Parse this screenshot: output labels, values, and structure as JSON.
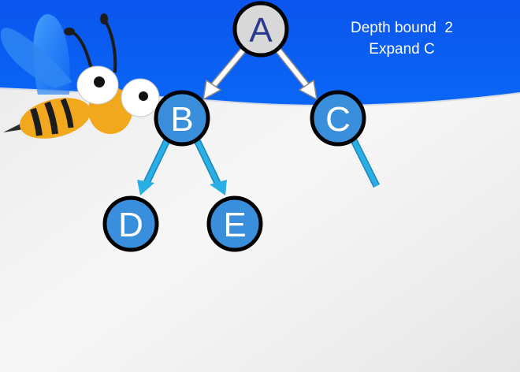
{
  "caption": {
    "line1": "Depth bound  2",
    "line2": "Expand C"
  },
  "nodes": {
    "A": {
      "label": "A",
      "state": "current"
    },
    "B": {
      "label": "B",
      "state": "open"
    },
    "C": {
      "label": "C",
      "state": "open"
    },
    "D": {
      "label": "D",
      "state": "open"
    },
    "E": {
      "label": "E",
      "state": "open"
    }
  },
  "edges": [
    {
      "from": "A",
      "to": "B",
      "style": "white-arrow"
    },
    {
      "from": "A",
      "to": "C",
      "style": "white-arrow"
    },
    {
      "from": "B",
      "to": "D",
      "style": "blue-arrow"
    },
    {
      "from": "B",
      "to": "E",
      "style": "blue-arrow"
    },
    {
      "from": "C",
      "to": "",
      "style": "blue-stub"
    }
  ],
  "colors": {
    "banner_blue": "#0a5cf0",
    "node_fill": "#3a8fdc",
    "current_node_fill": "#d8d8d8",
    "current_node_text": "#2b3a8c",
    "edge_blue": "#2aaee6",
    "node_outline": "#000000"
  },
  "mascot": "bee-mascot"
}
